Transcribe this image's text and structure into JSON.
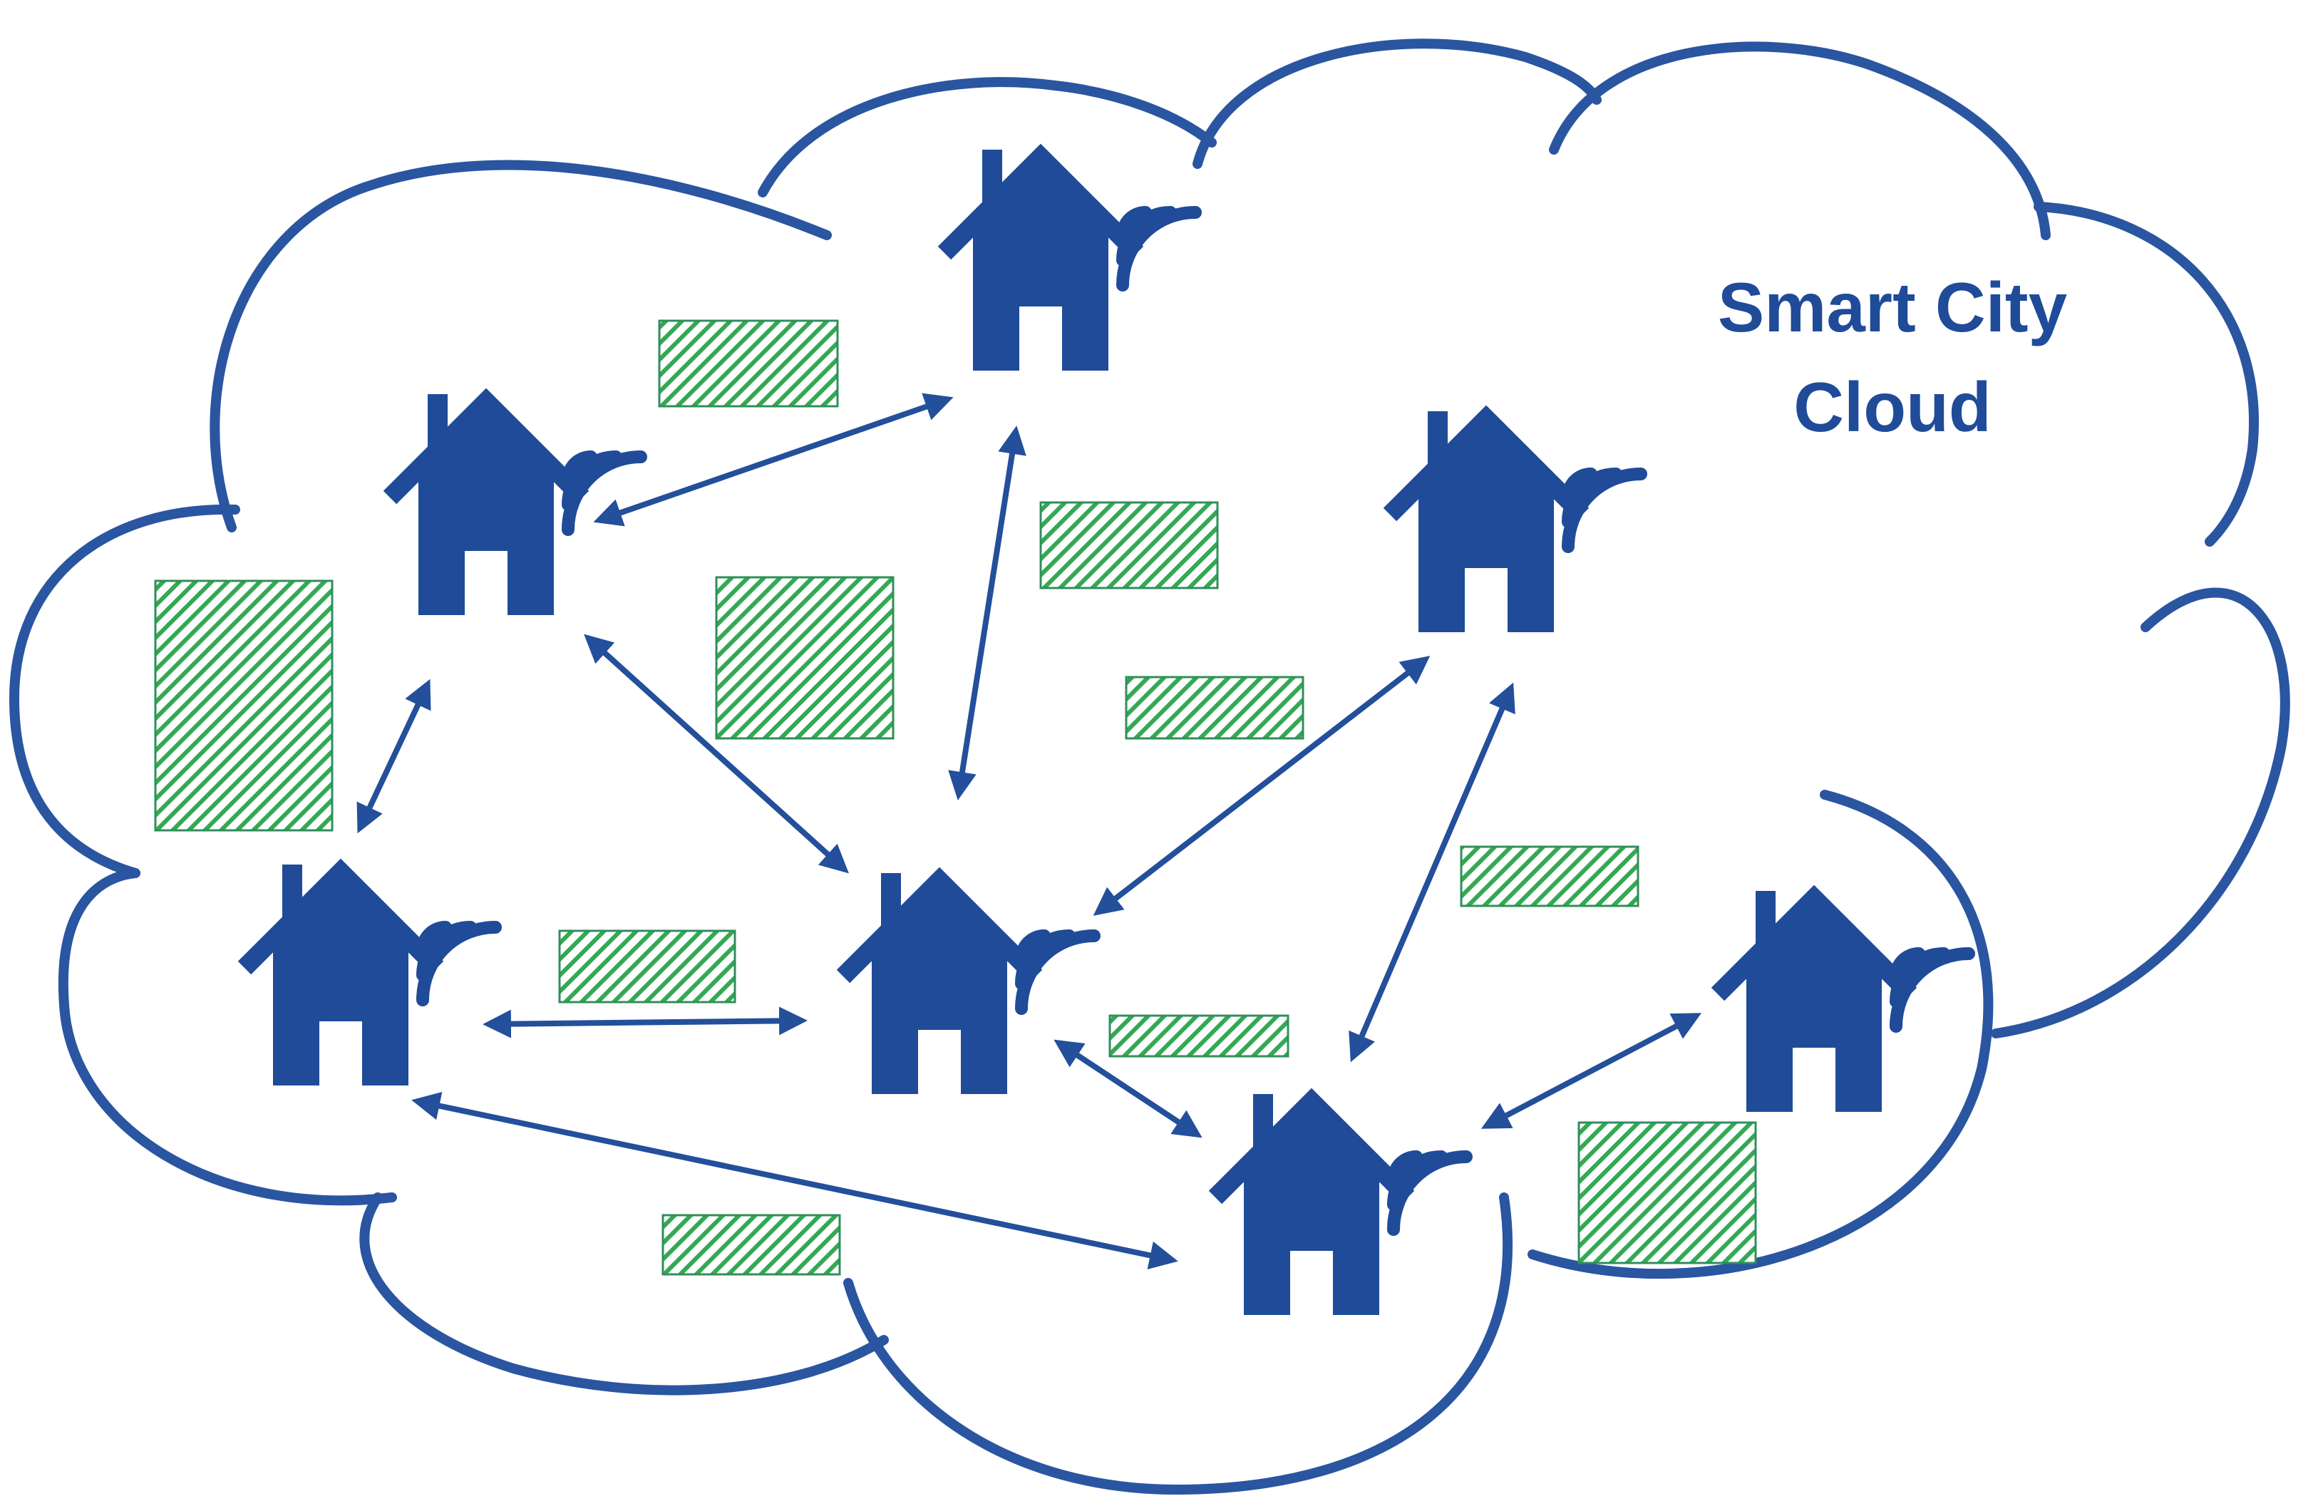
{
  "title": {
    "lines": [
      "Smart City",
      "Cloud"
    ],
    "color": "#1f4b99"
  },
  "colors": {
    "cloud_outline": "#2a55a0",
    "house_fill": "#1f4b99",
    "arrow": "#234f9b",
    "patch_hatch": "#34a853"
  },
  "nodes": [
    {
      "id": "house-top",
      "icon": "wifi-house-icon"
    },
    {
      "id": "house-upper-left",
      "icon": "wifi-house-icon"
    },
    {
      "id": "house-right",
      "icon": "wifi-house-icon"
    },
    {
      "id": "house-lower-left",
      "icon": "wifi-house-icon"
    },
    {
      "id": "house-center",
      "icon": "wifi-house-icon"
    },
    {
      "id": "house-bottom",
      "icon": "wifi-house-icon"
    },
    {
      "id": "house-lower-right",
      "icon": "wifi-house-icon"
    }
  ],
  "edges": [
    {
      "from": "house-upper-left",
      "to": "house-top",
      "type": "bidirectional"
    },
    {
      "from": "house-top",
      "to": "house-center",
      "type": "bidirectional"
    },
    {
      "from": "house-upper-left",
      "to": "house-center",
      "type": "bidirectional"
    },
    {
      "from": "house-upper-left",
      "to": "house-lower-left",
      "type": "bidirectional"
    },
    {
      "from": "house-right",
      "to": "house-center",
      "type": "bidirectional"
    },
    {
      "from": "house-right",
      "to": "house-bottom",
      "type": "bidirectional"
    },
    {
      "from": "house-lower-left",
      "to": "house-center",
      "type": "bidirectional"
    },
    {
      "from": "house-center",
      "to": "house-bottom",
      "type": "bidirectional"
    },
    {
      "from": "house-lower-left",
      "to": "house-bottom",
      "type": "bidirectional"
    },
    {
      "from": "house-bottom",
      "to": "house-lower-right",
      "type": "bidirectional"
    }
  ]
}
